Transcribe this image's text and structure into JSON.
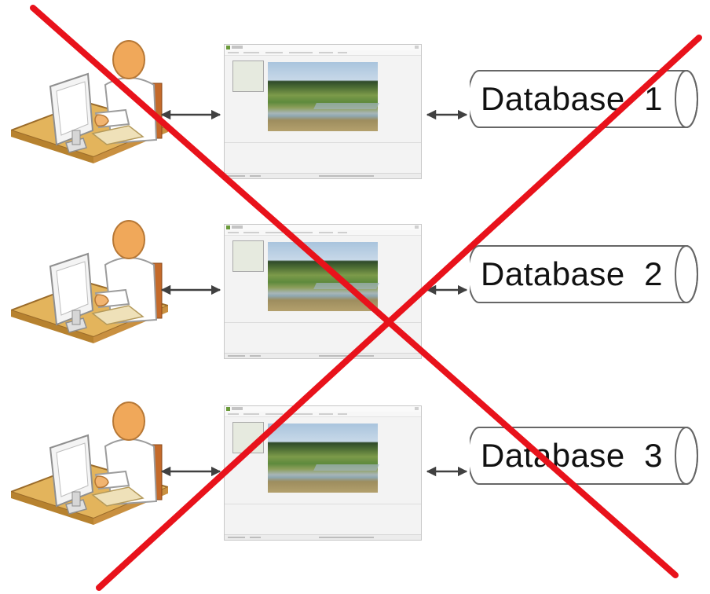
{
  "rows": [
    {
      "database_label": "Database  1"
    },
    {
      "database_label": "Database  2"
    },
    {
      "database_label": "Database  3"
    }
  ],
  "colors": {
    "cross": "#e8121b",
    "arrow": "#404040",
    "skin": "#f0a85a",
    "desk": "#e3b45c",
    "database_border": "#666666"
  },
  "icons": [
    "user-at-computer-icon",
    "application-window",
    "database-cylinder-icon",
    "double-arrow-icon",
    "red-x-cross"
  ]
}
